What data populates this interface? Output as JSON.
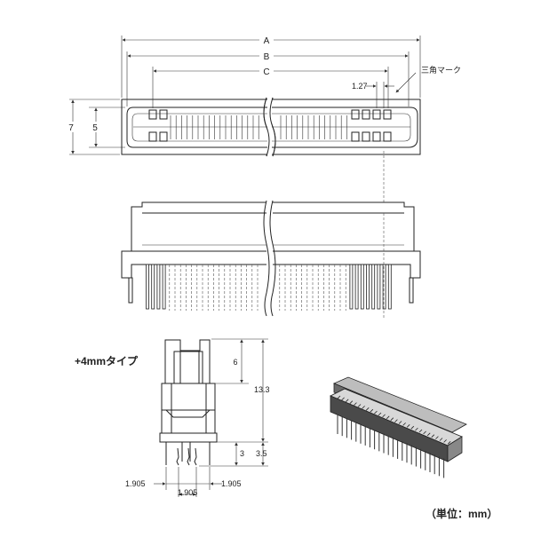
{
  "labels": {
    "dim_a": "A",
    "dim_b": "B",
    "dim_c": "C",
    "pitch": "1.27",
    "triangle_mark": "三角マーク",
    "height_7": "7",
    "height_5": "5",
    "type_title": "+4mmタイプ",
    "dim_6": "6",
    "dim_13_3": "13.3",
    "dim_3": "3",
    "dim_3_5": "3.5",
    "dim_1905_left": "1.905",
    "dim_1905_mid": "1.905",
    "dim_1905_right": "1.905",
    "unit_note": "（単位：mm）"
  }
}
